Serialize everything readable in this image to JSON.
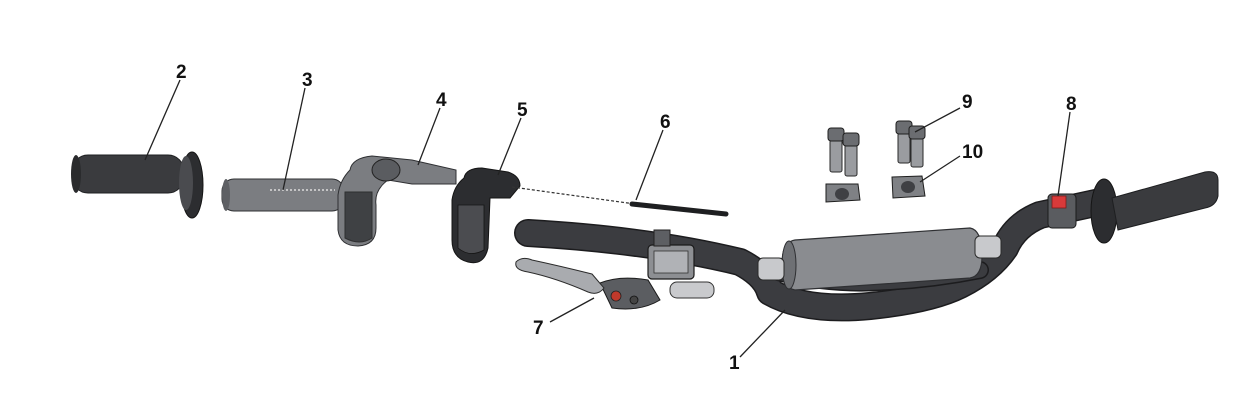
{
  "diagram": {
    "callouts": [
      {
        "id": "1",
        "label": "1"
      },
      {
        "id": "2",
        "label": "2"
      },
      {
        "id": "3",
        "label": "3"
      },
      {
        "id": "4",
        "label": "4"
      },
      {
        "id": "5",
        "label": "5"
      },
      {
        "id": "6",
        "label": "6"
      },
      {
        "id": "7",
        "label": "7"
      },
      {
        "id": "8",
        "label": "8"
      },
      {
        "id": "9",
        "label": "9"
      },
      {
        "id": "10",
        "label": "10"
      }
    ],
    "colors": {
      "grip": "#3a3b3e",
      "metal": "#7b7d81",
      "dark": "#2c2d30",
      "switch_red": "#d93a3a",
      "lever_red": "#c0392b"
    }
  }
}
